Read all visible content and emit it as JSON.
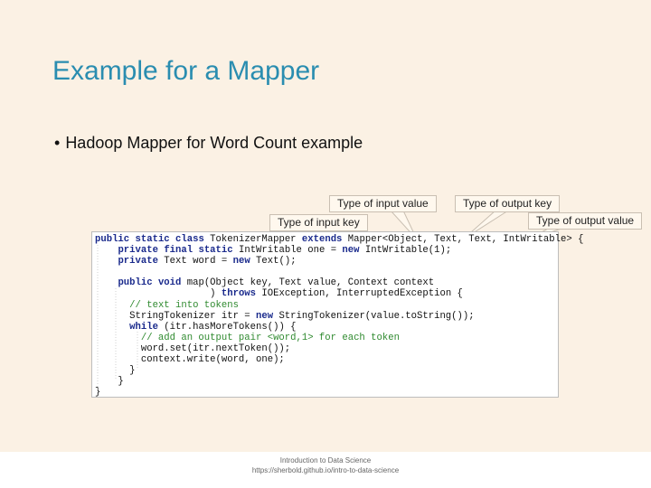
{
  "slide": {
    "title": "Example for a Mapper",
    "bullet_symbol": "•",
    "bullet": "Hadoop Mapper for Word Count example"
  },
  "callouts": {
    "input_value": "Type of input value",
    "input_key": "Type of input key",
    "output_key": "Type of output key",
    "output_value": "Type of output value"
  },
  "code_lines": [
    "public static class TokenizerMapper extends Mapper<Object, Text, Text, IntWritable> {",
    "    private final static IntWritable one = new IntWritable(1);",
    "    private Text word = new Text();",
    "",
    "    public void map(Object key, Text value, Context context",
    "                    ) throws IOException, InterruptedException {",
    "      // text into tokens",
    "      StringTokenizer itr = new StringTokenizer(value.toString());",
    "      while (itr.hasMoreTokens()) {",
    "        // add an output pair <word,1> for each token",
    "        word.set(itr.nextToken());",
    "        context.write(word, one);",
    "      }",
    "    }",
    "}"
  ],
  "footer": {
    "line1": "Introduction to Data Science",
    "line2": "https://sherbold.github.io/intro-to-data-science"
  },
  "colors": {
    "title": "#2a8db0",
    "slide_background": "#fbf1e4",
    "keyword": "#1a2a8c",
    "comment": "#2f8a2f"
  }
}
